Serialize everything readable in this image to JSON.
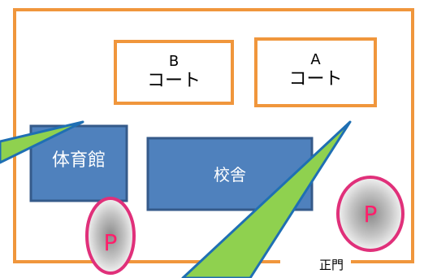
{
  "court_b": {
    "line1": "B",
    "line2": "コート"
  },
  "court_a": {
    "line1": "A",
    "line2": "コート"
  },
  "gym": {
    "label": "体育館"
  },
  "school": {
    "label": "校舎"
  },
  "parking": {
    "left": "P",
    "right": "P"
  },
  "gate": {
    "label": "正門"
  },
  "colors": {
    "outline_orange": "#f0963c",
    "building_blue": "#4f81bd",
    "building_border": "#355a8a",
    "arrow_green": "#8fd14f",
    "arrow_edge": "#1f6fb3",
    "parking_ring": "#e0307a",
    "parking_letter": "#ff1f6b"
  }
}
